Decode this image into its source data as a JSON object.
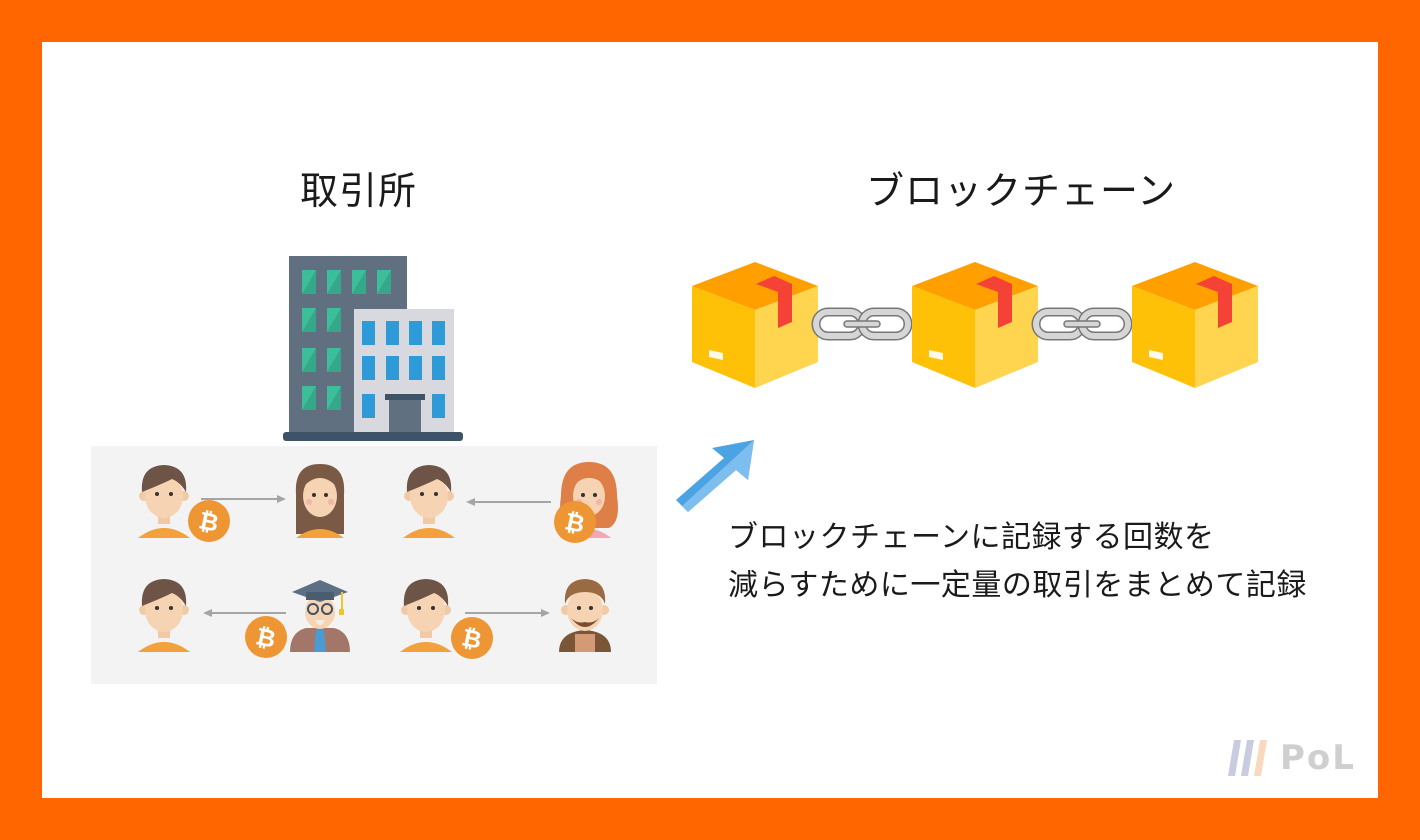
{
  "colors": {
    "frame": "#FF6600",
    "background": "#FFFFFF",
    "panel": "#F3F3F3",
    "box_top": "#FFA000",
    "box_left": "#FFC107",
    "box_right": "#FFD54F",
    "box_tape": "#F44336",
    "chain": "#D6D6D6",
    "arrow": "#4BA3E3",
    "bitcoin": "#EE9633",
    "building_dark": "#607080",
    "building_light": "#D7D9DE",
    "window_green": "#3DBE9A",
    "window_blue": "#2E9BD8"
  },
  "left": {
    "title": "取引所",
    "building_icon": "office-building",
    "transactions": [
      {
        "from": "man",
        "to": "woman-brown-hair",
        "direction": "right",
        "coin": "bitcoin"
      },
      {
        "from": "woman-red-hair",
        "to": "man",
        "direction": "left",
        "coin": "bitcoin"
      },
      {
        "from": "professor",
        "to": "man",
        "direction": "left",
        "coin": "bitcoin"
      },
      {
        "from": "man",
        "to": "bearded-man",
        "direction": "right",
        "coin": "bitcoin"
      }
    ]
  },
  "right": {
    "title": "ブロックチェーン",
    "blocks": 3,
    "description_lines": [
      "ブロックチェーンに記録する回数を",
      "減らすために一定量の取引をまとめて記録"
    ]
  },
  "logo": {
    "text": "PoL"
  }
}
